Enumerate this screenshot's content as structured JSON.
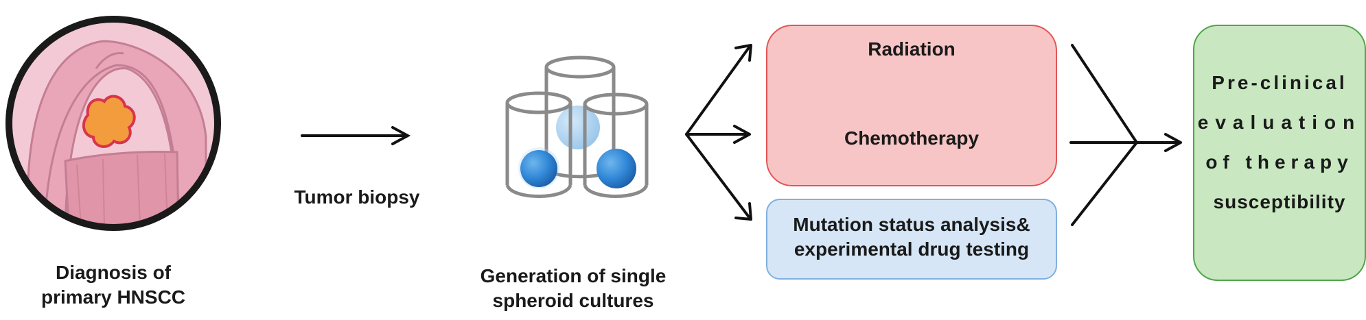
{
  "diagnosis_label": [
    "Diagnosis of",
    "primary HNSCC"
  ],
  "biopsy_label": "Tumor biopsy",
  "culture_label": [
    "Generation of single",
    "spheroid cultures"
  ],
  "treatments": {
    "radiation": "Radiation",
    "chemotherapy": "Chemotherapy",
    "mutation": [
      "Mutation status analysis&",
      "experimental drug testing"
    ]
  },
  "outcome_label": [
    "Pre-clinical",
    "evaluation",
    "of therapy",
    "susceptibility"
  ],
  "colors": {
    "arrow": "#111111",
    "red_box_fill": "#f7c5c5",
    "red_box_border": "#e05555",
    "blue_box_fill": "#d6e6f6",
    "blue_box_border": "#7fb0de",
    "green_box_fill": "#c9e8c1",
    "green_box_border": "#4ea64a",
    "spheroid": "#2f86d6"
  }
}
